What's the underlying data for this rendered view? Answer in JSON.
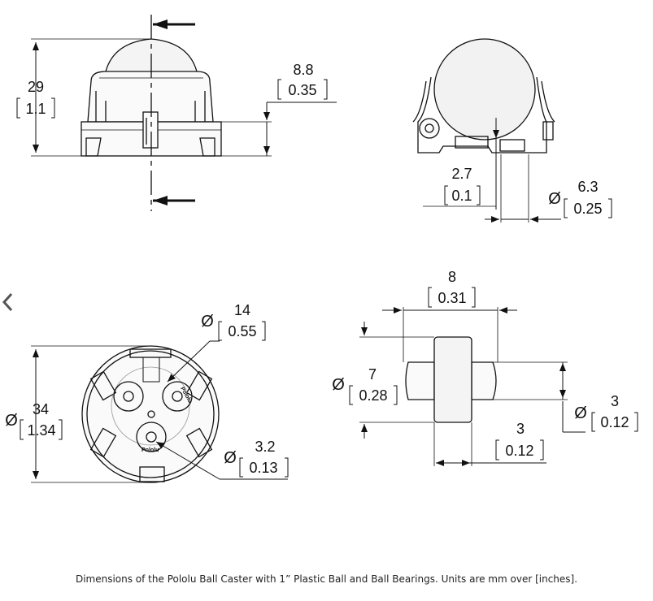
{
  "caption": "Dimensions of the Pololu Ball Caster with 1” Plastic Ball and Ball Bearings. Units are mm over [inches].",
  "diameter_symbol": "Ø",
  "logo_text": "Pololu",
  "icons": {
    "prev": "chevron-left-icon"
  },
  "dimensions": {
    "height": {
      "mm": "29",
      "in": "1.1"
    },
    "base_height": {
      "mm": "8.8",
      "in": "0.35"
    },
    "bearing_offset": {
      "mm": "2.7",
      "in": "0.1"
    },
    "bearing_hole": {
      "mm": "6.3",
      "in": "0.25"
    },
    "ball_circle": {
      "mm": "14",
      "in": "0.55"
    },
    "outer_diameter": {
      "mm": "34",
      "in": "1.34"
    },
    "mount_hole": {
      "mm": "3.2",
      "in": "0.13"
    },
    "bearing_length": {
      "mm": "8",
      "in": "0.31"
    },
    "bearing_diameter": {
      "mm": "7",
      "in": "0.28"
    },
    "shaft_diameter": {
      "mm": "3",
      "in": "0.12"
    },
    "bearing_width": {
      "mm": "3",
      "in": "0.12"
    }
  }
}
